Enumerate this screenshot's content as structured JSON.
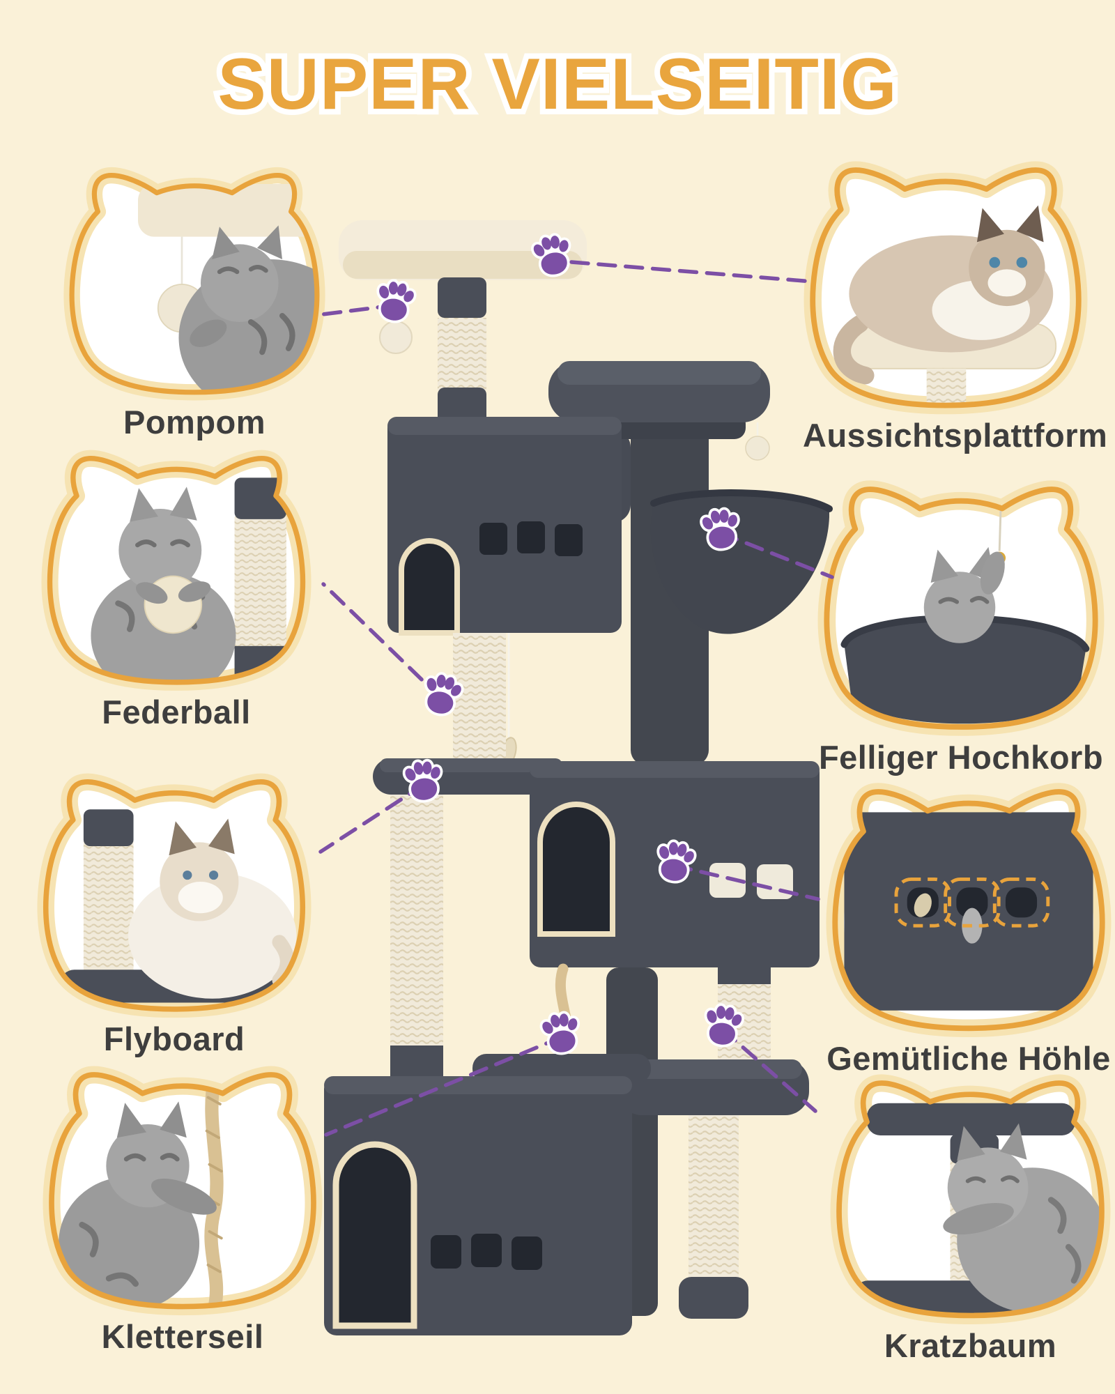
{
  "title": "SUPER VIELSEITIG",
  "callouts": {
    "left": [
      {
        "id": "pompom",
        "label": "Pompom"
      },
      {
        "id": "federball",
        "label": "Federball"
      },
      {
        "id": "flyboard",
        "label": "Flyboard"
      },
      {
        "id": "kletterseil",
        "label": "Kletterseil"
      }
    ],
    "right": [
      {
        "id": "aussichtsplattform",
        "label": "Aussichtsplattform"
      },
      {
        "id": "felliger-hochkorb",
        "label": "Felliger Hochkorb"
      },
      {
        "id": "gemuetliche-hoehle",
        "label": "Gemütliche Höhle"
      },
      {
        "id": "kratzbaum",
        "label": "Kratzbaum"
      }
    ]
  },
  "icons": {
    "paw": "paw-print-icon",
    "frame": "cat-head-frame"
  },
  "colors": {
    "background": "#FAF1D8",
    "title": "#E9A53E",
    "title_outline": "#FFFFFF",
    "callout_border": "#E8A33C",
    "callout_halo": "#F6E3B2",
    "label_text": "#3E3E3E",
    "paw_and_lines": "#7C4FA5",
    "tree_plush": "#4A4E58",
    "tree_hole": "#23272F",
    "sisal_post": "#F1EADA",
    "platform_cream": "#F4ECDA",
    "rope": "#D9C193"
  }
}
